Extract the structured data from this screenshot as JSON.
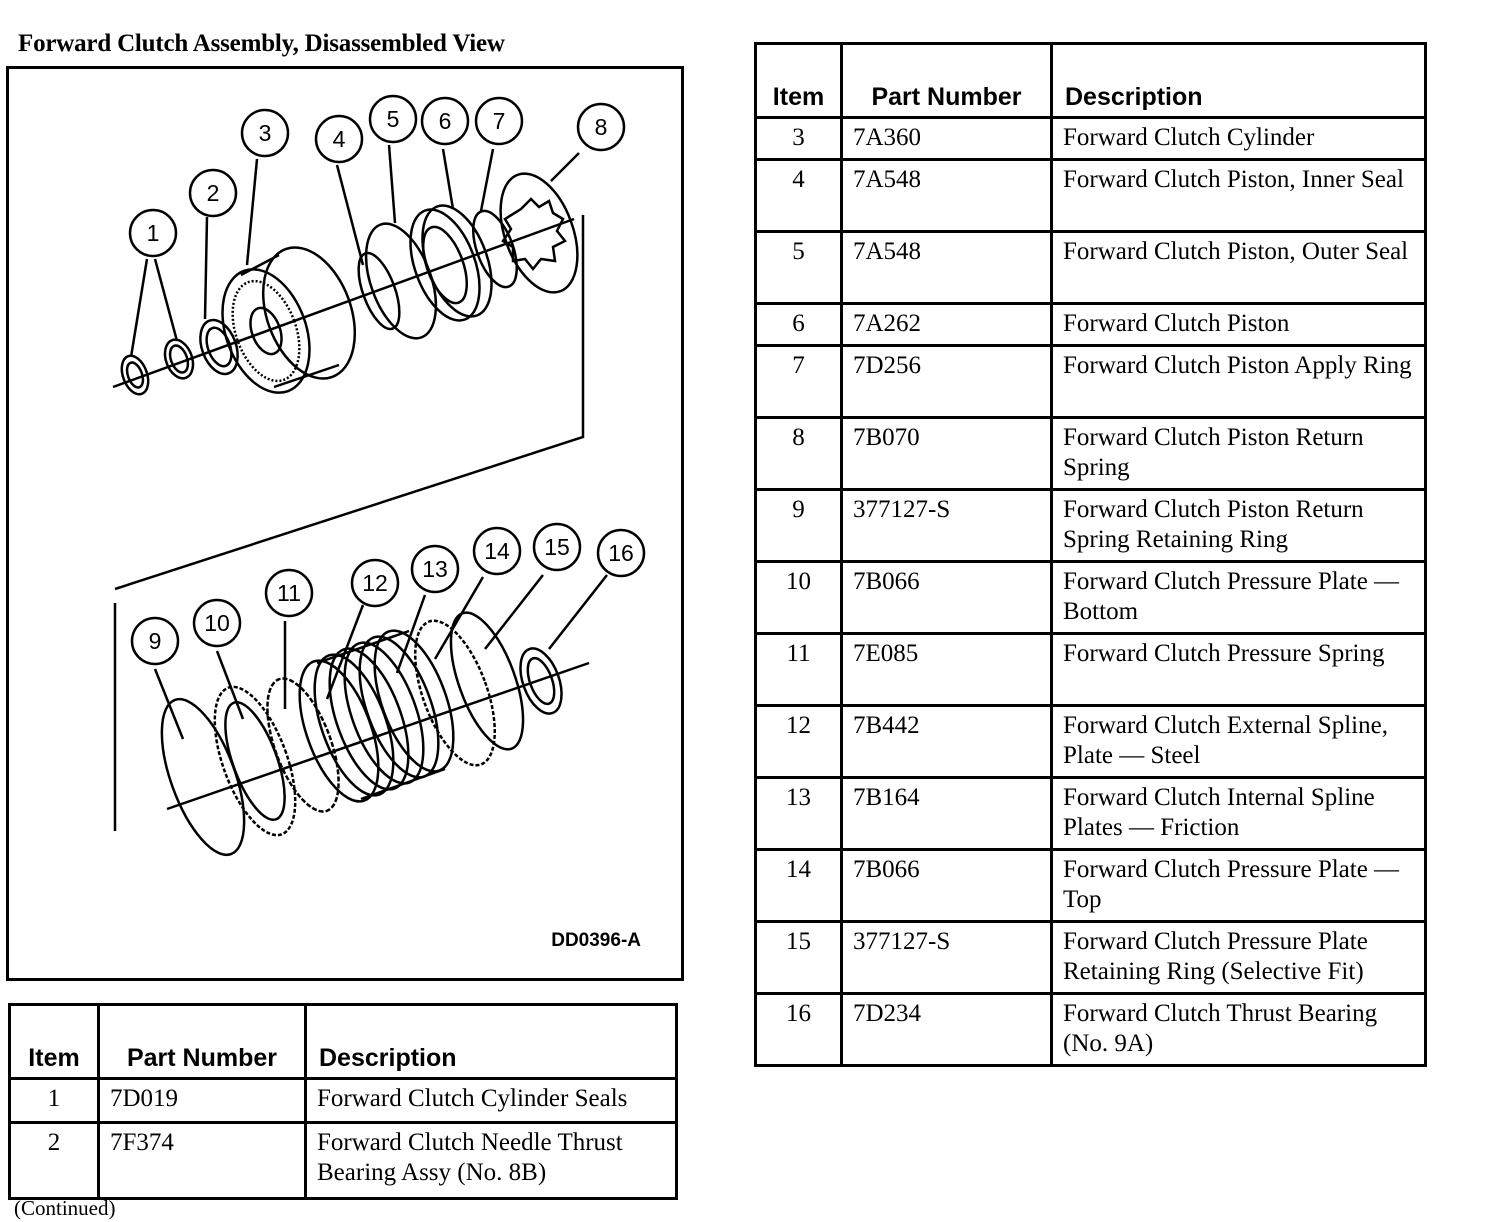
{
  "title": "Forward Clutch Assembly, Disassembled View",
  "figure": {
    "code": "DD0396-A",
    "callouts": [
      "1",
      "2",
      "3",
      "4",
      "5",
      "6",
      "7",
      "8",
      "9",
      "10",
      "11",
      "12",
      "13",
      "14",
      "15",
      "16"
    ]
  },
  "table_headers": {
    "item": "Item",
    "part_number": "Part Number",
    "description": "Description"
  },
  "table_left": {
    "rows": [
      {
        "item": "1",
        "part_number": "7D019",
        "description": "Forward Clutch Cylinder Seals"
      },
      {
        "item": "2",
        "part_number": "7F374",
        "description": "Forward Clutch Needle Thrust Bearing Assy (No. 8B)"
      }
    ]
  },
  "table_right": {
    "rows": [
      {
        "item": "3",
        "part_number": "7A360",
        "description": "Forward Clutch Cylinder"
      },
      {
        "item": "4",
        "part_number": "7A548",
        "description": "Forward Clutch Piston, Inner Seal"
      },
      {
        "item": "5",
        "part_number": "7A548",
        "description": "Forward Clutch Piston, Outer Seal"
      },
      {
        "item": "6",
        "part_number": "7A262",
        "description": "Forward Clutch Piston"
      },
      {
        "item": "7",
        "part_number": "7D256",
        "description": "Forward Clutch Piston Apply Ring"
      },
      {
        "item": "8",
        "part_number": "7B070",
        "description": "Forward Clutch Piston Return Spring"
      },
      {
        "item": "9",
        "part_number": "377127-S",
        "description": "Forward Clutch Piston Return Spring Retaining Ring"
      },
      {
        "item": "10",
        "part_number": "7B066",
        "description": "Forward Clutch Pressure Plate — Bottom"
      },
      {
        "item": "11",
        "part_number": "7E085",
        "description": "Forward Clutch Pressure Spring"
      },
      {
        "item": "12",
        "part_number": "7B442",
        "description": "Forward Clutch External Spline, Plate — Steel"
      },
      {
        "item": "13",
        "part_number": "7B164",
        "description": "Forward Clutch Internal Spline Plates — Friction"
      },
      {
        "item": "14",
        "part_number": "7B066",
        "description": "Forward Clutch Pressure Plate — Top"
      },
      {
        "item": "15",
        "part_number": "377127-S",
        "description": "Forward Clutch Pressure Plate Retaining Ring (Selective Fit)"
      },
      {
        "item": "16",
        "part_number": "7D234",
        "description": "Forward Clutch Thrust Bearing (No. 9A)"
      }
    ]
  },
  "footer_note": "(Continued)"
}
